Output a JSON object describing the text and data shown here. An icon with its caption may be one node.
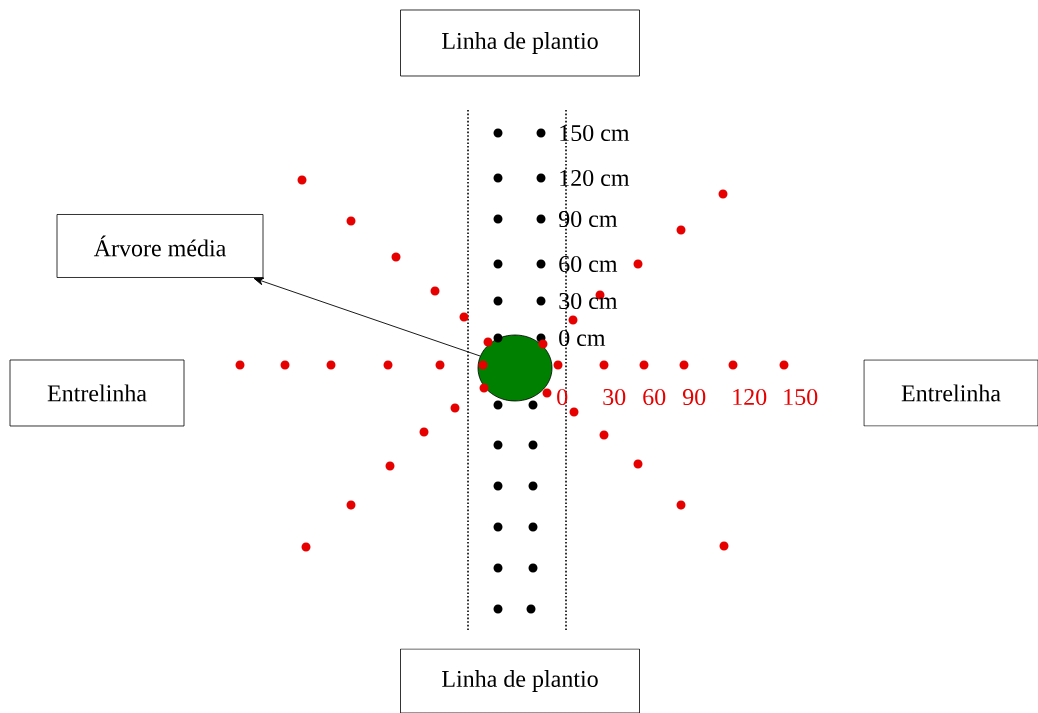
{
  "diagram": {
    "nodes": [
      {
        "text": [
          "Linha de plantio"
        ]
      },
      {
        "text": [
          "Árvore média"
        ]
      },
      {
        "text": [
          "Entrelinha"
        ]
      },
      {
        "text": [
          "Entrelinha"
        ]
      },
      {
        "text": [
          "Linha de plantio"
        ]
      },
      {
        "text": [],
        "shape": "circle"
      }
    ],
    "edges": [
      {
        "from": 5,
        "to": 1,
        "arrow": "to"
      }
    ],
    "labels": [
      "150 cm",
      "120 cm",
      "90 cm",
      "60 cm",
      "30 cm",
      "0 cm",
      "0",
      "30",
      "60",
      "90",
      "120",
      "150"
    ]
  }
}
